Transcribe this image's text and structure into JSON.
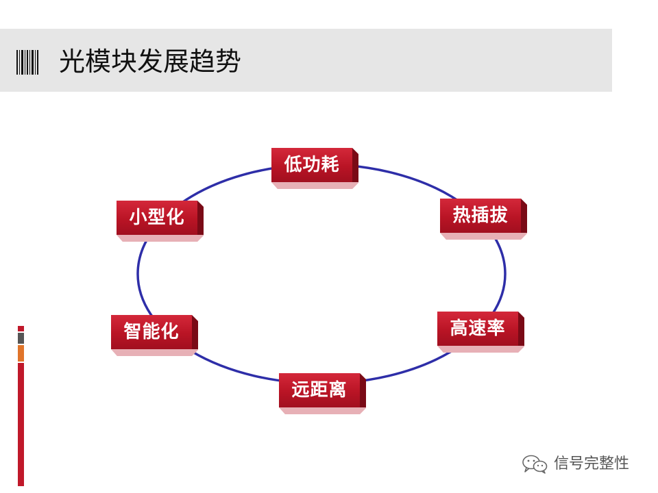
{
  "slide": {
    "title": "光模块发展趋势"
  },
  "diagram": {
    "shape": "ring",
    "ring_color": "#2e2ea8",
    "node_color": "#c0182a",
    "nodes": [
      {
        "label": "低功耗"
      },
      {
        "label": "热插拔"
      },
      {
        "label": "高速率"
      },
      {
        "label": "远距离"
      },
      {
        "label": "智能化"
      },
      {
        "label": "小型化"
      }
    ]
  },
  "watermark": {
    "text": "信号完整性",
    "icon": "wechat-icon"
  },
  "decor": {
    "title_icon": "barcode-icon",
    "header_band_color": "#e6e6e6",
    "strip_colors": [
      "#c0182a",
      "#555555",
      "#e0742a",
      "#c0182a"
    ]
  }
}
